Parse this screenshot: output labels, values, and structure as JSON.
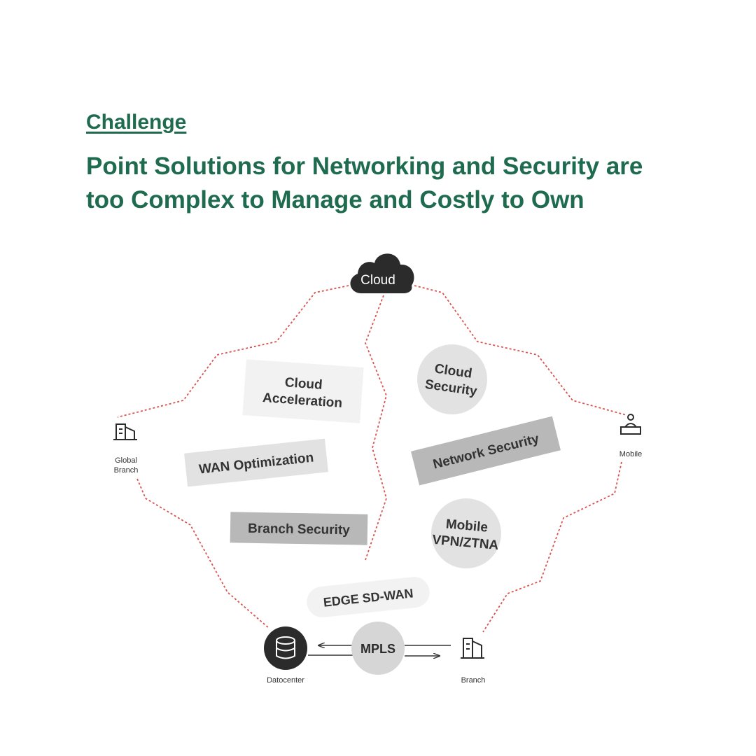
{
  "header": {
    "section_label": "Challenge",
    "headline_line1": "Point Solutions for Networking and Security are",
    "headline_line2": "too Complex to Manage and Costly to Own"
  },
  "diagram": {
    "nodes": {
      "cloud": "Cloud",
      "global_branch_line1": "Global",
      "global_branch_line2": "Branch",
      "mobile": "Mobile",
      "datacenter": "Datocenter",
      "branch": "Branch",
      "mpls": "MPLS"
    },
    "solutions": {
      "cloud_acceleration_line1": "Cloud",
      "cloud_acceleration_line2": "Acceleration",
      "wan_optimization": "WAN Optimization",
      "branch_security": "Branch Security",
      "cloud_security_line1": "Cloud",
      "cloud_security_line2": "Security",
      "network_security": "Network Security",
      "mobile_vpn_line1": "Mobile",
      "mobile_vpn_line2": "VPN/ZTNA",
      "edge_sdwan": "EDGE SD-WAN"
    },
    "colors": {
      "link": "#d9534f",
      "node_dark": "#2b2b2b",
      "pill_light": "#f2f2f2",
      "pill_mid": "#e2e2e2",
      "pill_dark": "#b8b8b8"
    }
  }
}
